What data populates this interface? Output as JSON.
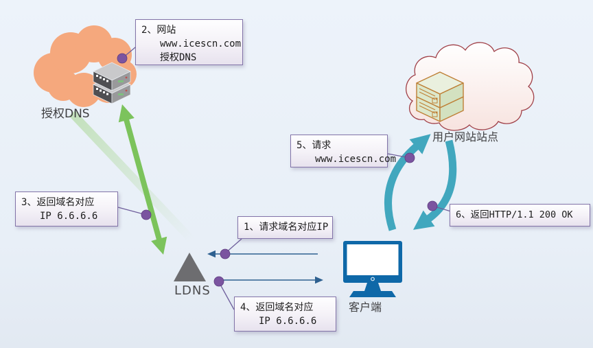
{
  "nodes": {
    "auth_dns": {
      "label": "授权DNS"
    },
    "user_site": {
      "label": "用户网站站点"
    },
    "ldns": {
      "label": "LDNS"
    },
    "client": {
      "label": "客户端"
    }
  },
  "callouts": {
    "step1": {
      "lines": [
        "1、请求域名对应IP"
      ]
    },
    "step2": {
      "lines": [
        "2、网站",
        "www.icescn.com",
        "授权DNS"
      ]
    },
    "step3": {
      "lines": [
        "3、返回域名对应",
        "IP 6.6.6.6"
      ]
    },
    "step4": {
      "lines": [
        "4、返回域名对应",
        "IP 6.6.6.6"
      ]
    },
    "step5": {
      "lines": [
        "5、请求",
        "www.icescn.com"
      ]
    },
    "step6": {
      "lines": [
        "6、返回HTTP/1.1 200 OK"
      ]
    }
  },
  "colors": {
    "background": "#E8EFF7",
    "auth_cloud": "#F5A87D",
    "site_cloud_stroke": "#A04048",
    "green_arrow": "#7CC35C",
    "teal_arrow": "#41A7BE",
    "blue_arrow": "#2E6090",
    "connector_dot": "#7B54A0",
    "callout_border": "#8273A8",
    "monitor_blue": "#0E68A8",
    "ldns_triangle": "#6D6D70"
  }
}
